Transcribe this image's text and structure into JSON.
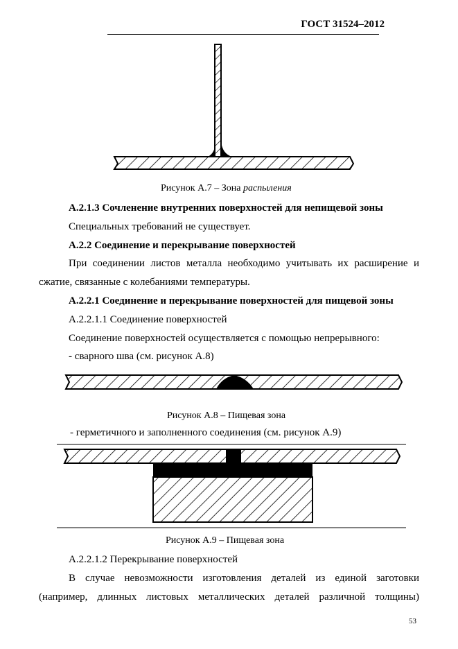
{
  "header": {
    "standard": "ГОСТ 31524–2012"
  },
  "figures": {
    "a7_caption_prefix": "Рисунок А.7 – Зона ",
    "a7_caption_italic": "распыления",
    "a8_caption": "Рисунок А.8 – Пищевая зона",
    "a9_caption": "Рисунок А.9 – Пищевая зона"
  },
  "body": {
    "h_a213": "А.2.1.3 Сочленение внутренних поверхностей для непищевой зоны",
    "p_a213": "Специальных требований не существует.",
    "h_a22": "А.2.2 Соединение и перекрывание поверхностей",
    "p_a22_line1": "При соединении листов металла необходимо учитывать их расширение и",
    "p_a22_line2": "сжатие, связанные с колебаниями температуры.",
    "h_a221": "А.2.2.1 Соединение и перекрывание поверхностей для пищевой зоны",
    "h_a2211": "А.2.2.1.1 Соединение поверхностей",
    "p_a2211": "Соединение поверхностей осуществляется с помощью непрерывного:",
    "item_weld": "- сварного шва (см. рисунок А.8)",
    "item_sealed": "- герметичного и заполненного соединения (см. рисунок А.9)",
    "h_a2212": "А.2.2.1.2 Перекрывание поверхностей",
    "p_a2212_line1": "В случае невозможности изготовления деталей из единой заготовки",
    "p_a2212_line2": "(например, длинных листовых металлических деталей различной толщины)"
  },
  "footer": {
    "page_number": "53"
  }
}
